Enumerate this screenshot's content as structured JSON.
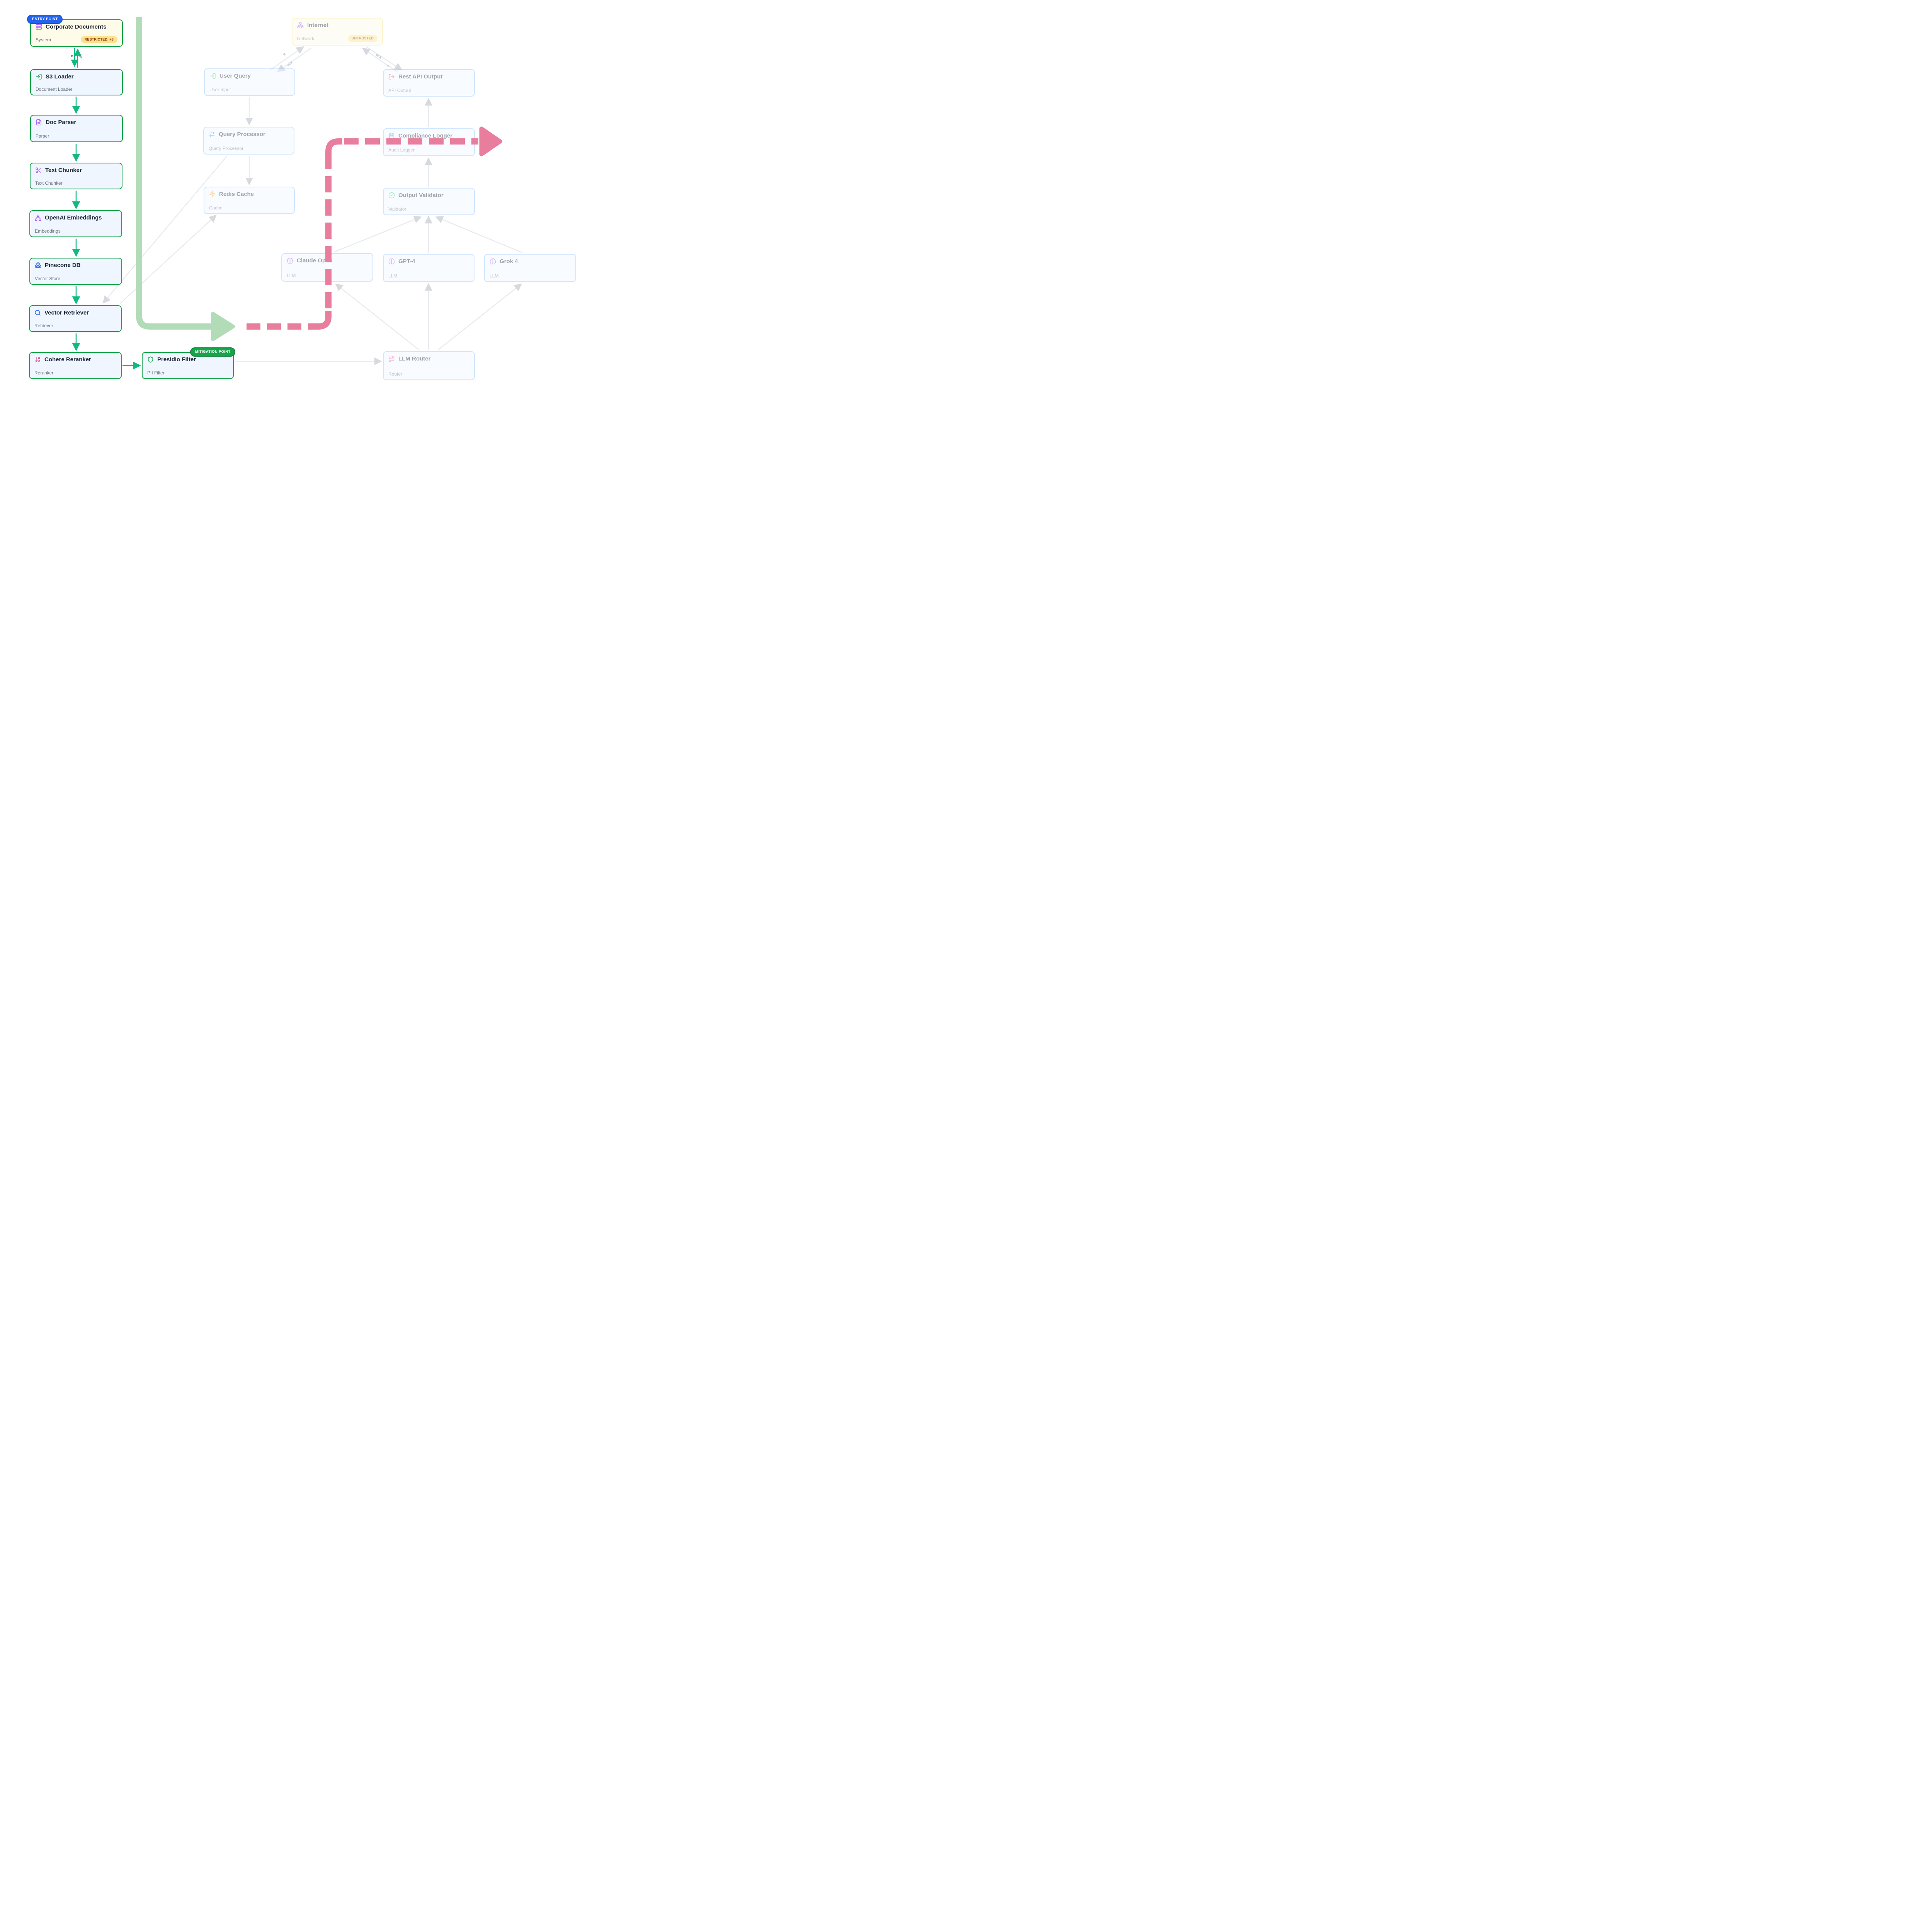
{
  "badges": {
    "entry_point": "ENTRY POINT",
    "mitigation_point": "MITIGATION POINT"
  },
  "edge_labels": {
    "read": "R",
    "write": "W",
    "write_execute": "W/X"
  },
  "nodes": {
    "corporate_documents": {
      "title": "Corporate Documents",
      "subtitle": "System",
      "badge": "RESTRICTED, +8"
    },
    "s3_loader": {
      "title": "S3 Loader",
      "subtitle": "Document Loader"
    },
    "doc_parser": {
      "title": "Doc Parser",
      "subtitle": "Parser"
    },
    "text_chunker": {
      "title": "Text Chunker",
      "subtitle": "Text Chunker"
    },
    "openai_embeddings": {
      "title": "OpenAI Embeddings",
      "subtitle": "Embeddings"
    },
    "pinecone_db": {
      "title": "Pinecone DB",
      "subtitle": "Vector Store"
    },
    "vector_retriever": {
      "title": "Vector Retriever",
      "subtitle": "Retriever"
    },
    "cohere_reranker": {
      "title": "Cohere Reranker",
      "subtitle": "Reranker"
    },
    "presidio_filter": {
      "title": "Presidio Filter",
      "subtitle": "PII Filter"
    },
    "internet": {
      "title": "Internet",
      "subtitle": "Network",
      "badge": "UNTRUSTED"
    },
    "user_query": {
      "title": "User Query",
      "subtitle": "User Input"
    },
    "rest_api_output": {
      "title": "Rest API Output",
      "subtitle": "API Output"
    },
    "query_processor": {
      "title": "Query Processor",
      "subtitle": "Query Processor"
    },
    "compliance_logger": {
      "title": "Compliance Logger",
      "subtitle": "Audit Logger"
    },
    "redis_cache": {
      "title": "Redis Cache",
      "subtitle": "Cache"
    },
    "output_validator": {
      "title": "Output Validator",
      "subtitle": "Validator"
    },
    "claude_opus": {
      "title": "Claude Opus",
      "subtitle": "LLM"
    },
    "gpt_4": {
      "title": "GPT-4",
      "subtitle": "LLM"
    },
    "grok_4": {
      "title": "Grok 4",
      "subtitle": "LLM"
    },
    "llm_router": {
      "title": "LLM Router",
      "subtitle": "Router"
    }
  },
  "colors": {
    "active_border": "#16a34a",
    "node_bg": "#eff6ff",
    "cream_bg": "#fefce8",
    "arrow_green": "#10b981",
    "path_green": "#b2dcb8",
    "path_red": "#e87d9d",
    "entry_badge": "#2563eb",
    "mitigation_badge": "#16a34a",
    "restricted_bg": "#fbe38e",
    "restricted_text": "#92400e",
    "faint_edge": "#e8eaee"
  }
}
